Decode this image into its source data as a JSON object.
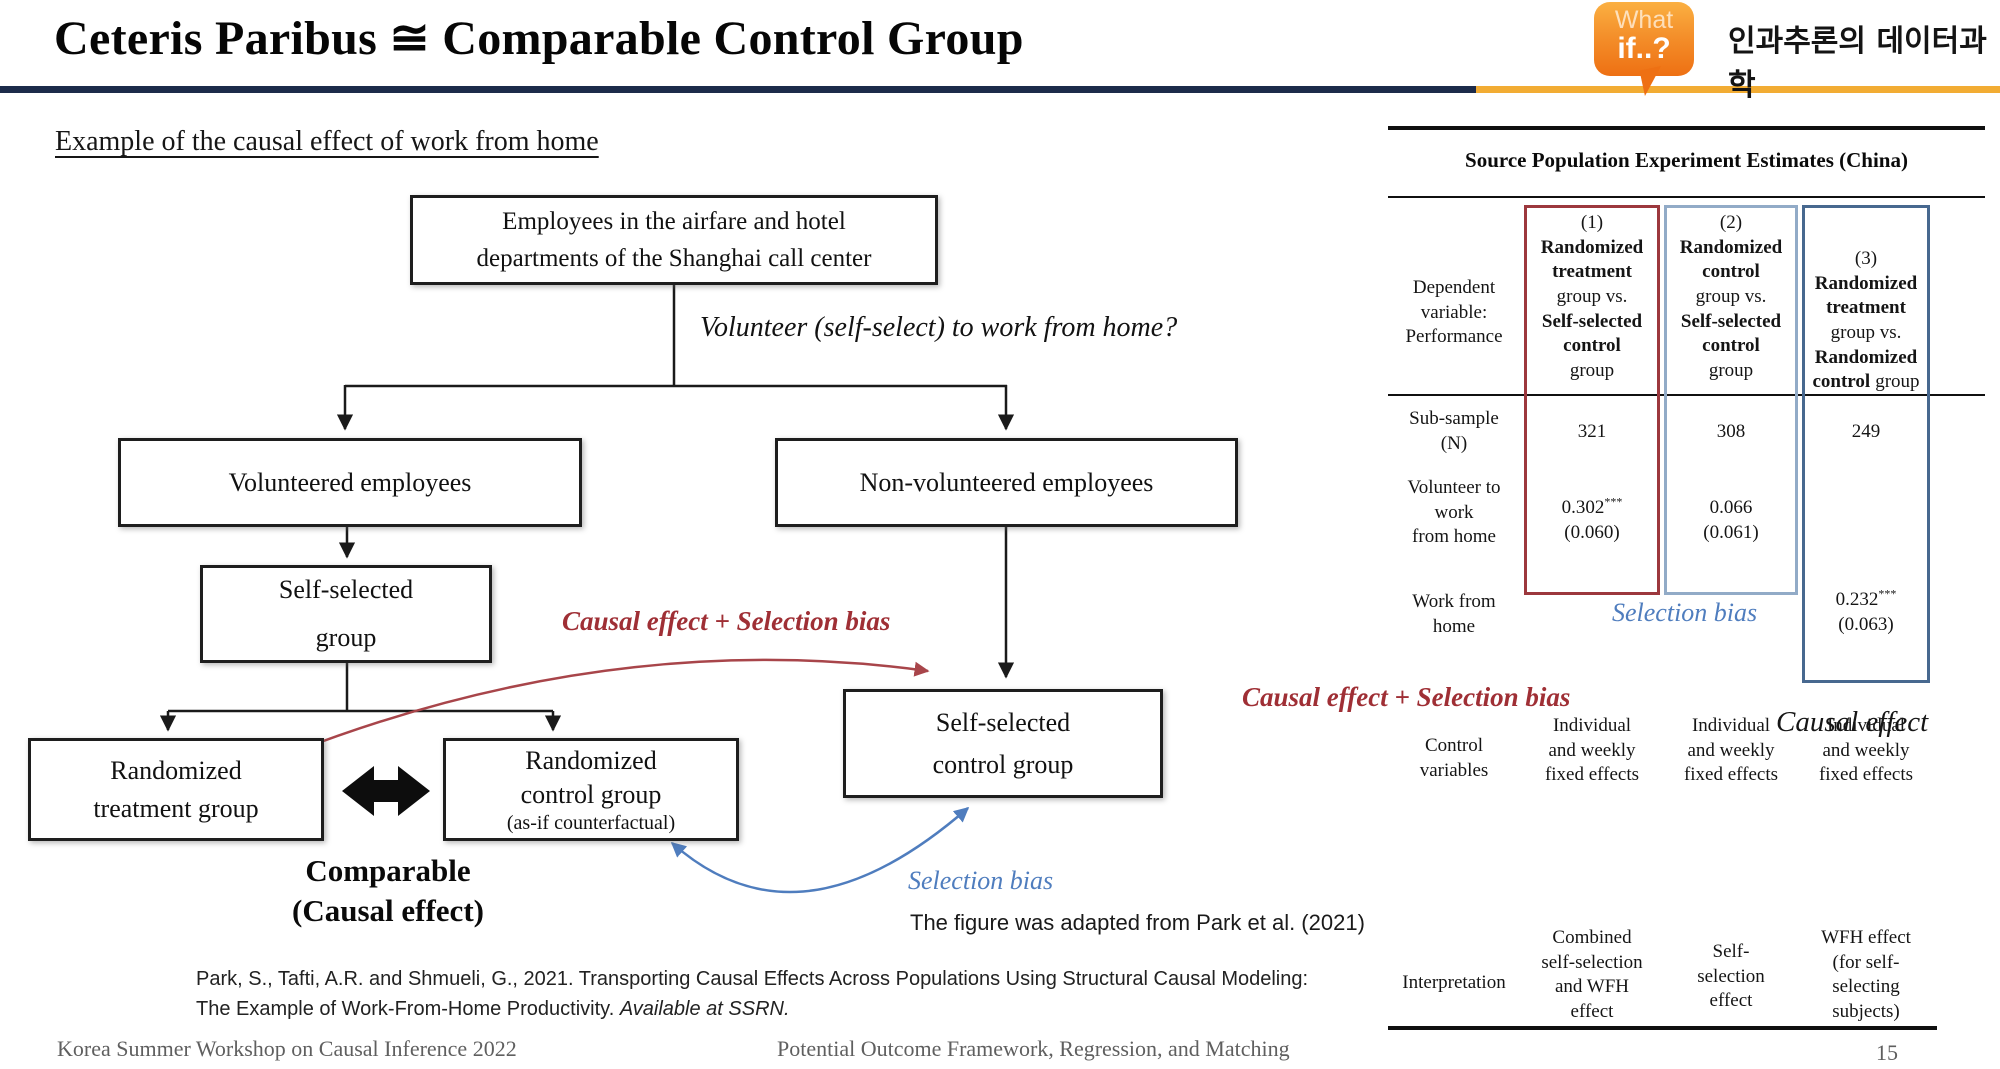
{
  "slide": {
    "title": "Ceteris Paribus ≅ Comparable Control Group",
    "heading": "Example of the causal effect of work from home",
    "footer_left": "Korea Summer Workshop on Causal Inference 2022",
    "footer_center": "Potential Outcome Framework, Regression, and Matching",
    "page_number": "15"
  },
  "logo": {
    "line1": "What",
    "line2": "if..?",
    "korean": "인과추론의 데이터과학"
  },
  "diagram": {
    "root_box": "Employees in the airfare and hotel\ndepartments of the Shanghai call center",
    "question": "Volunteer (self-select) to work from home?",
    "volunteered_box": "Volunteered employees",
    "non_volunteered_box": "Non-volunteered employees",
    "self_selected_box": "Self-selected\ngroup",
    "randomized_treatment_box": "Randomized\ntreatment group",
    "randomized_control_box": "Randomized\ncontrol group",
    "randomized_control_note": "(as-if counterfactual)",
    "self_selected_control_box": "Self-selected\ncontrol group",
    "comparable_label": "Comparable\n(Causal effect)",
    "causal_selection_label": "Causal effect + Selection bias",
    "selection_bias_label": "Selection bias",
    "adapted_note": "The figure was adapted from Park et al. (2021)"
  },
  "table": {
    "title": "Source Population Experiment Estimates (China)",
    "row_header": "Dependent\nvariable:\nPerformance",
    "col1": {
      "num": "(1)",
      "bold1": "Randomized\ntreatment",
      "reg1": "group vs.",
      "bold2": "Self-selected\ncontrol",
      "reg2": "group"
    },
    "col2": {
      "num": "(2)",
      "bold1": "Randomized\ncontrol",
      "reg1": "group vs.",
      "bold2": "Self-selected\ncontrol",
      "reg2": "group"
    },
    "col3": {
      "num": "(3)",
      "bold1": "Randomized\ntreatment",
      "reg1": "group vs.",
      "bold2": "Randomized",
      "bold3": "control",
      "reg2": "group"
    },
    "rows": {
      "subsample": {
        "label": "Sub-sample\n(N)",
        "c1": "321",
        "c2": "308",
        "c3": "249"
      },
      "volunteer": {
        "label": "Volunteer to\nwork\nfrom home",
        "c1": "0.302",
        "c1_stars": "***",
        "c1_se": "(0.060)",
        "c2": "0.066",
        "c2_se": "(0.061)"
      },
      "wfh": {
        "label": "Work from\nhome",
        "c3": "0.232",
        "c3_stars": "***",
        "c3_se": "(0.063)"
      },
      "controls": {
        "label": "Control\nvariables",
        "c1": "Individual\nand weekly\nfixed effects",
        "c2": "Individual\nand weekly\nfixed effects",
        "c3": "Individual\nand weekly\nfixed effects"
      },
      "interpretation": {
        "label": "Interpretation",
        "c1": "Combined\nself-selection\nand WFH\neffect",
        "c2": "Self-\nselection\neffect",
        "c3": "WFH effect\n(for self-\nselecting\nsubjects)"
      }
    },
    "annotations": {
      "selection_bias": "Selection bias",
      "causal_selection": "Causal effect + Selection bias",
      "causal_effect": "Causal effect"
    }
  },
  "citation": {
    "line1": "Park, S., Tafti, A.R. and Shmueli, G., 2021. Transporting Causal Effects Across Populations Using Structural Causal Modeling:",
    "line2_regular": "The Example of Work-From-Home Productivity. ",
    "line2_italic": "Available at SSRN."
  },
  "colors": {
    "navy_rule": "#1c2b4a",
    "gold_rule": "#f2ac33",
    "logo_orange": "#ee7013",
    "red_annotation": "#9f2f35",
    "blue_annotation": "#4f7dbe",
    "col1_border_red": "#9c383d",
    "col2_border_light_blue": "#92abc7",
    "col3_border_dark_blue": "#47688f"
  }
}
